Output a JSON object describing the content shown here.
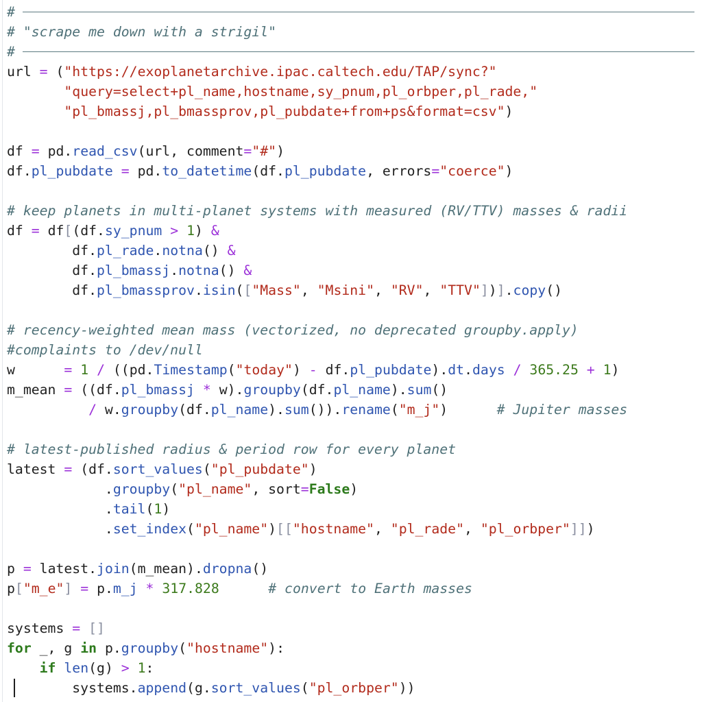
{
  "editor": {
    "lines": [
      [
        {
          "t": "# ",
          "c": "comment"
        }
      ],
      [
        {
          "t": "# \"scrape me down with a strigil\"",
          "c": "comment"
        }
      ],
      [
        {
          "t": "# ",
          "c": "comment"
        }
      ],
      [
        {
          "t": "url ",
          "c": "plain"
        },
        {
          "t": "=",
          "c": "op"
        },
        {
          "t": " (",
          "c": "plain"
        },
        {
          "t": "\"https://exoplanetarchive.ipac.caltech.edu/TAP/sync?\"",
          "c": "str"
        }
      ],
      [
        {
          "t": "       ",
          "c": "plain"
        },
        {
          "t": "\"query=select+pl_name,hostname,sy_pnum,pl_orbper,pl_rade,\"",
          "c": "str"
        }
      ],
      [
        {
          "t": "       ",
          "c": "plain"
        },
        {
          "t": "\"pl_bmassj,pl_bmassprov,pl_pubdate+from+ps&format=csv\"",
          "c": "str"
        },
        {
          "t": ")",
          "c": "plain"
        }
      ],
      [],
      [
        {
          "t": "df ",
          "c": "plain"
        },
        {
          "t": "=",
          "c": "op"
        },
        {
          "t": " pd.",
          "c": "plain"
        },
        {
          "t": "read_csv",
          "c": "attr"
        },
        {
          "t": "(url, comment",
          "c": "plain"
        },
        {
          "t": "=",
          "c": "op"
        },
        {
          "t": "\"#\"",
          "c": "str"
        },
        {
          "t": ")",
          "c": "plain"
        }
      ],
      [
        {
          "t": "df.",
          "c": "plain"
        },
        {
          "t": "pl_pubdate",
          "c": "attr"
        },
        {
          "t": " ",
          "c": "plain"
        },
        {
          "t": "=",
          "c": "op"
        },
        {
          "t": " pd.",
          "c": "plain"
        },
        {
          "t": "to_datetime",
          "c": "attr"
        },
        {
          "t": "(df.",
          "c": "plain"
        },
        {
          "t": "pl_pubdate",
          "c": "attr"
        },
        {
          "t": ", errors",
          "c": "plain"
        },
        {
          "t": "=",
          "c": "op"
        },
        {
          "t": "\"coerce\"",
          "c": "str"
        },
        {
          "t": ")",
          "c": "plain"
        }
      ],
      [],
      [
        {
          "t": "# keep planets in multi-planet systems with measured (RV/TTV) masses & radii",
          "c": "comment"
        }
      ],
      [
        {
          "t": "df ",
          "c": "plain"
        },
        {
          "t": "=",
          "c": "op"
        },
        {
          "t": " df",
          "c": "plain"
        },
        {
          "t": "[",
          "c": "brk"
        },
        {
          "t": "(df.",
          "c": "plain"
        },
        {
          "t": "sy_pnum",
          "c": "attr"
        },
        {
          "t": " ",
          "c": "plain"
        },
        {
          "t": ">",
          "c": "op"
        },
        {
          "t": " ",
          "c": "plain"
        },
        {
          "t": "1",
          "c": "num"
        },
        {
          "t": ") ",
          "c": "plain"
        },
        {
          "t": "&",
          "c": "op"
        }
      ],
      [
        {
          "t": "        df.",
          "c": "plain"
        },
        {
          "t": "pl_rade",
          "c": "attr"
        },
        {
          "t": ".",
          "c": "plain"
        },
        {
          "t": "notna",
          "c": "attr"
        },
        {
          "t": "() ",
          "c": "plain"
        },
        {
          "t": "&",
          "c": "op"
        }
      ],
      [
        {
          "t": "        df.",
          "c": "plain"
        },
        {
          "t": "pl_bmassj",
          "c": "attr"
        },
        {
          "t": ".",
          "c": "plain"
        },
        {
          "t": "notna",
          "c": "attr"
        },
        {
          "t": "() ",
          "c": "plain"
        },
        {
          "t": "&",
          "c": "op"
        }
      ],
      [
        {
          "t": "        df.",
          "c": "plain"
        },
        {
          "t": "pl_bmassprov",
          "c": "attr"
        },
        {
          "t": ".",
          "c": "plain"
        },
        {
          "t": "isin",
          "c": "attr"
        },
        {
          "t": "(",
          "c": "plain"
        },
        {
          "t": "[",
          "c": "brk"
        },
        {
          "t": "\"Mass\"",
          "c": "str"
        },
        {
          "t": ", ",
          "c": "plain"
        },
        {
          "t": "\"Msini\"",
          "c": "str"
        },
        {
          "t": ", ",
          "c": "plain"
        },
        {
          "t": "\"RV\"",
          "c": "str"
        },
        {
          "t": ", ",
          "c": "plain"
        },
        {
          "t": "\"TTV\"",
          "c": "str"
        },
        {
          "t": "]",
          "c": "brk"
        },
        {
          "t": ")",
          "c": "plain"
        },
        {
          "t": "]",
          "c": "brk"
        },
        {
          "t": ".",
          "c": "plain"
        },
        {
          "t": "copy",
          "c": "attr"
        },
        {
          "t": "()",
          "c": "plain"
        }
      ],
      [],
      [
        {
          "t": "# recency-weighted mean mass (vectorized, no deprecated groupby.apply)",
          "c": "comment"
        }
      ],
      [
        {
          "t": "#complaints to /dev/null",
          "c": "comment"
        }
      ],
      [
        {
          "t": "w      ",
          "c": "plain"
        },
        {
          "t": "=",
          "c": "op"
        },
        {
          "t": " ",
          "c": "plain"
        },
        {
          "t": "1",
          "c": "num"
        },
        {
          "t": " ",
          "c": "plain"
        },
        {
          "t": "/",
          "c": "op"
        },
        {
          "t": " ((pd.",
          "c": "plain"
        },
        {
          "t": "Timestamp",
          "c": "attr"
        },
        {
          "t": "(",
          "c": "plain"
        },
        {
          "t": "\"today\"",
          "c": "str"
        },
        {
          "t": ") ",
          "c": "plain"
        },
        {
          "t": "-",
          "c": "op"
        },
        {
          "t": " df.",
          "c": "plain"
        },
        {
          "t": "pl_pubdate",
          "c": "attr"
        },
        {
          "t": ").",
          "c": "plain"
        },
        {
          "t": "dt",
          "c": "attr"
        },
        {
          "t": ".",
          "c": "plain"
        },
        {
          "t": "days",
          "c": "attr"
        },
        {
          "t": " ",
          "c": "plain"
        },
        {
          "t": "/",
          "c": "op"
        },
        {
          "t": " ",
          "c": "plain"
        },
        {
          "t": "365.25",
          "c": "num"
        },
        {
          "t": " ",
          "c": "plain"
        },
        {
          "t": "+",
          "c": "op"
        },
        {
          "t": " ",
          "c": "plain"
        },
        {
          "t": "1",
          "c": "num"
        },
        {
          "t": ")",
          "c": "plain"
        }
      ],
      [
        {
          "t": "m_mean ",
          "c": "plain"
        },
        {
          "t": "=",
          "c": "op"
        },
        {
          "t": " ((df.",
          "c": "plain"
        },
        {
          "t": "pl_bmassj",
          "c": "attr"
        },
        {
          "t": " ",
          "c": "plain"
        },
        {
          "t": "*",
          "c": "op"
        },
        {
          "t": " w).",
          "c": "plain"
        },
        {
          "t": "groupby",
          "c": "attr"
        },
        {
          "t": "(df.",
          "c": "plain"
        },
        {
          "t": "pl_name",
          "c": "attr"
        },
        {
          "t": ").",
          "c": "plain"
        },
        {
          "t": "sum",
          "c": "attr"
        },
        {
          "t": "()",
          "c": "plain"
        }
      ],
      [
        {
          "t": "          ",
          "c": "plain"
        },
        {
          "t": "/",
          "c": "op"
        },
        {
          "t": " w.",
          "c": "plain"
        },
        {
          "t": "groupby",
          "c": "attr"
        },
        {
          "t": "(df.",
          "c": "plain"
        },
        {
          "t": "pl_name",
          "c": "attr"
        },
        {
          "t": ").",
          "c": "plain"
        },
        {
          "t": "sum",
          "c": "attr"
        },
        {
          "t": "()).",
          "c": "plain"
        },
        {
          "t": "rename",
          "c": "attr"
        },
        {
          "t": "(",
          "c": "plain"
        },
        {
          "t": "\"m_j\"",
          "c": "str"
        },
        {
          "t": ")      ",
          "c": "plain"
        },
        {
          "t": "# Jupiter masses",
          "c": "comment"
        }
      ],
      [],
      [
        {
          "t": "# latest-published radius & period row for every planet",
          "c": "comment"
        }
      ],
      [
        {
          "t": "latest ",
          "c": "plain"
        },
        {
          "t": "=",
          "c": "op"
        },
        {
          "t": " (df.",
          "c": "plain"
        },
        {
          "t": "sort_values",
          "c": "attr"
        },
        {
          "t": "(",
          "c": "plain"
        },
        {
          "t": "\"pl_pubdate\"",
          "c": "str"
        },
        {
          "t": ")",
          "c": "plain"
        }
      ],
      [
        {
          "t": "            .",
          "c": "plain"
        },
        {
          "t": "groupby",
          "c": "attr"
        },
        {
          "t": "(",
          "c": "plain"
        },
        {
          "t": "\"pl_name\"",
          "c": "str"
        },
        {
          "t": ", sort",
          "c": "plain"
        },
        {
          "t": "=",
          "c": "op"
        },
        {
          "t": "False",
          "c": "kw"
        },
        {
          "t": ")",
          "c": "plain"
        }
      ],
      [
        {
          "t": "            .",
          "c": "plain"
        },
        {
          "t": "tail",
          "c": "attr"
        },
        {
          "t": "(",
          "c": "plain"
        },
        {
          "t": "1",
          "c": "num"
        },
        {
          "t": ")",
          "c": "plain"
        }
      ],
      [
        {
          "t": "            .",
          "c": "plain"
        },
        {
          "t": "set_index",
          "c": "attr"
        },
        {
          "t": "(",
          "c": "plain"
        },
        {
          "t": "\"pl_name\"",
          "c": "str"
        },
        {
          "t": ")",
          "c": "plain"
        },
        {
          "t": "[[",
          "c": "brk"
        },
        {
          "t": "\"hostname\"",
          "c": "str"
        },
        {
          "t": ", ",
          "c": "plain"
        },
        {
          "t": "\"pl_rade\"",
          "c": "str"
        },
        {
          "t": ", ",
          "c": "plain"
        },
        {
          "t": "\"pl_orbper\"",
          "c": "str"
        },
        {
          "t": "]]",
          "c": "brk"
        },
        {
          "t": ")",
          "c": "plain"
        }
      ],
      [],
      [
        {
          "t": "p ",
          "c": "plain"
        },
        {
          "t": "=",
          "c": "op"
        },
        {
          "t": " latest.",
          "c": "plain"
        },
        {
          "t": "join",
          "c": "attr"
        },
        {
          "t": "(m_mean).",
          "c": "plain"
        },
        {
          "t": "dropna",
          "c": "attr"
        },
        {
          "t": "()",
          "c": "plain"
        }
      ],
      [
        {
          "t": "p",
          "c": "plain"
        },
        {
          "t": "[",
          "c": "brk"
        },
        {
          "t": "\"m_e\"",
          "c": "str"
        },
        {
          "t": "]",
          "c": "brk"
        },
        {
          "t": " ",
          "c": "plain"
        },
        {
          "t": "=",
          "c": "op"
        },
        {
          "t": " p.",
          "c": "plain"
        },
        {
          "t": "m_j",
          "c": "attr"
        },
        {
          "t": " ",
          "c": "plain"
        },
        {
          "t": "*",
          "c": "op"
        },
        {
          "t": " ",
          "c": "plain"
        },
        {
          "t": "317.828",
          "c": "num"
        },
        {
          "t": "      ",
          "c": "plain"
        },
        {
          "t": "# convert to Earth masses",
          "c": "comment"
        }
      ],
      [],
      [
        {
          "t": "systems ",
          "c": "plain"
        },
        {
          "t": "=",
          "c": "op"
        },
        {
          "t": " ",
          "c": "plain"
        },
        {
          "t": "[]",
          "c": "brk"
        }
      ],
      [
        {
          "t": "for",
          "c": "kw"
        },
        {
          "t": " _, g ",
          "c": "plain"
        },
        {
          "t": "in",
          "c": "kw"
        },
        {
          "t": " p.",
          "c": "plain"
        },
        {
          "t": "groupby",
          "c": "attr"
        },
        {
          "t": "(",
          "c": "plain"
        },
        {
          "t": "\"hostname\"",
          "c": "str"
        },
        {
          "t": "):",
          "c": "plain"
        }
      ],
      [
        {
          "t": "    ",
          "c": "plain"
        },
        {
          "t": "if",
          "c": "kw"
        },
        {
          "t": " ",
          "c": "plain"
        },
        {
          "t": "len",
          "c": "attr"
        },
        {
          "t": "(g) ",
          "c": "plain"
        },
        {
          "t": ">",
          "c": "op"
        },
        {
          "t": " ",
          "c": "plain"
        },
        {
          "t": "1",
          "c": "num"
        },
        {
          "t": ":",
          "c": "plain"
        }
      ],
      [
        {
          "t": "        systems.",
          "c": "plain"
        },
        {
          "t": "append",
          "c": "attr"
        },
        {
          "t": "(g.",
          "c": "plain"
        },
        {
          "t": "sort_values",
          "c": "attr"
        },
        {
          "t": "(",
          "c": "plain"
        },
        {
          "t": "\"pl_orbper\"",
          "c": "str"
        },
        {
          "t": "))",
          "c": "plain"
        }
      ]
    ]
  },
  "colors": {
    "comment": "#4f7178",
    "string": "#b22b1c",
    "attribute": "#2f55b0",
    "operator": "#9b30d8",
    "number": "#3c7a1c",
    "keyword": "#2d7a1c",
    "bracket": "#8a8fa0",
    "text": "#1f1f1f",
    "background": "#ffffff"
  }
}
